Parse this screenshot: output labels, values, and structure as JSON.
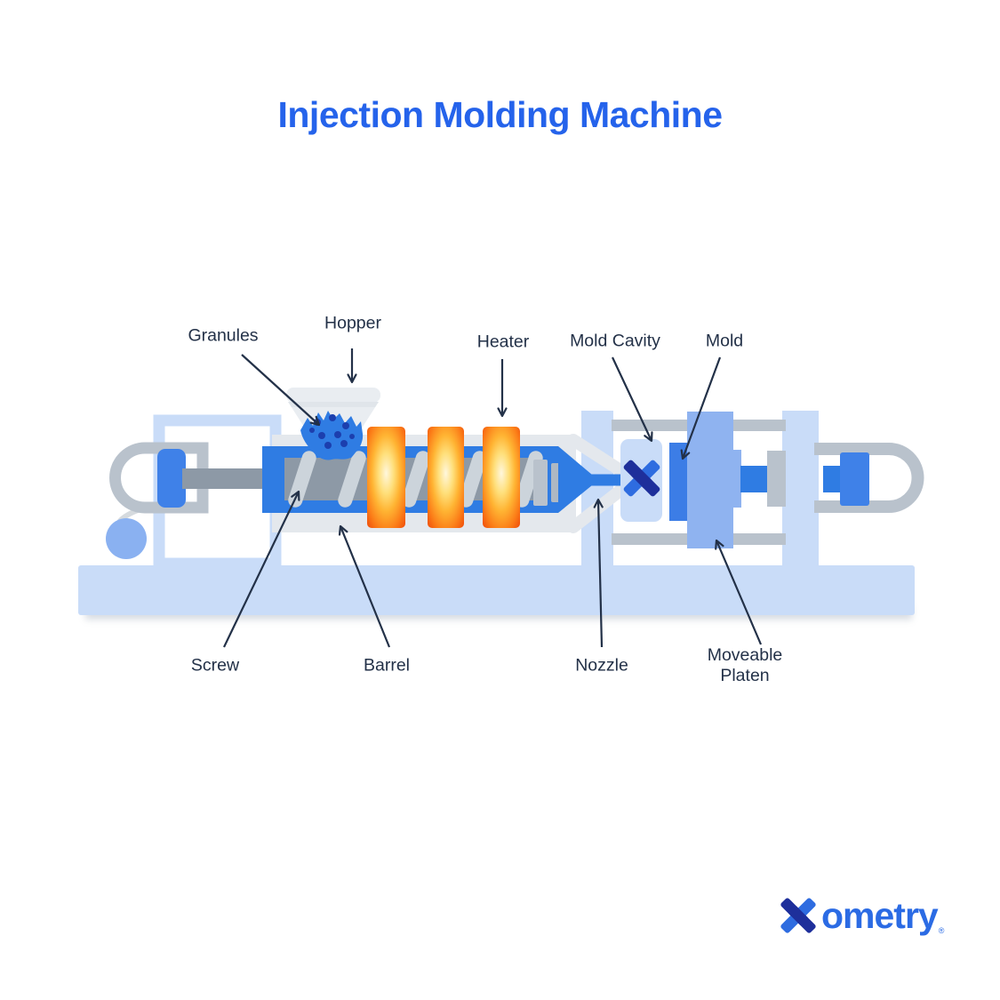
{
  "title": "Injection Molding Machine",
  "labels": [
    {
      "id": "granules",
      "text": "Granules"
    },
    {
      "id": "hopper",
      "text": "Hopper"
    },
    {
      "id": "heater",
      "text": "Heater"
    },
    {
      "id": "mold-cavity",
      "text": "Mold Cavity"
    },
    {
      "id": "mold",
      "text": "Mold"
    },
    {
      "id": "screw",
      "text": "Screw"
    },
    {
      "id": "barrel",
      "text": "Barrel"
    },
    {
      "id": "nozzle",
      "text": "Nozzle"
    },
    {
      "id": "moveable-platen",
      "text": "Moveable Platen"
    }
  ],
  "logo": {
    "name": "Xometry",
    "wordmark_suffix": "ometry",
    "reg_mark": "®"
  },
  "colors": {
    "title_blue": "#2563eb",
    "label_ink": "#233148",
    "machine_blue": "#2f7ce3",
    "piston_blue": "#3f81e8",
    "light_blue_frame": "#c9dcf8",
    "periwinkle_platen": "#8fb3f0",
    "circle_blue": "#8ab1f1",
    "gray_clamp": "#b9c2cc",
    "gray_screw": "#8d99a6",
    "gray_flight": "#ccd4db",
    "gray_housing": "#e4e8ed",
    "hopper_gray": "#e9edf1",
    "granule_dot_navy": "#1c3fae",
    "logo_navy": "#1e2f9b",
    "logo_blue": "#2e6ce0",
    "heater_center": "#fff7dd",
    "heater_mid": "#ffb433",
    "heater_edge": "#ef4f0c"
  }
}
